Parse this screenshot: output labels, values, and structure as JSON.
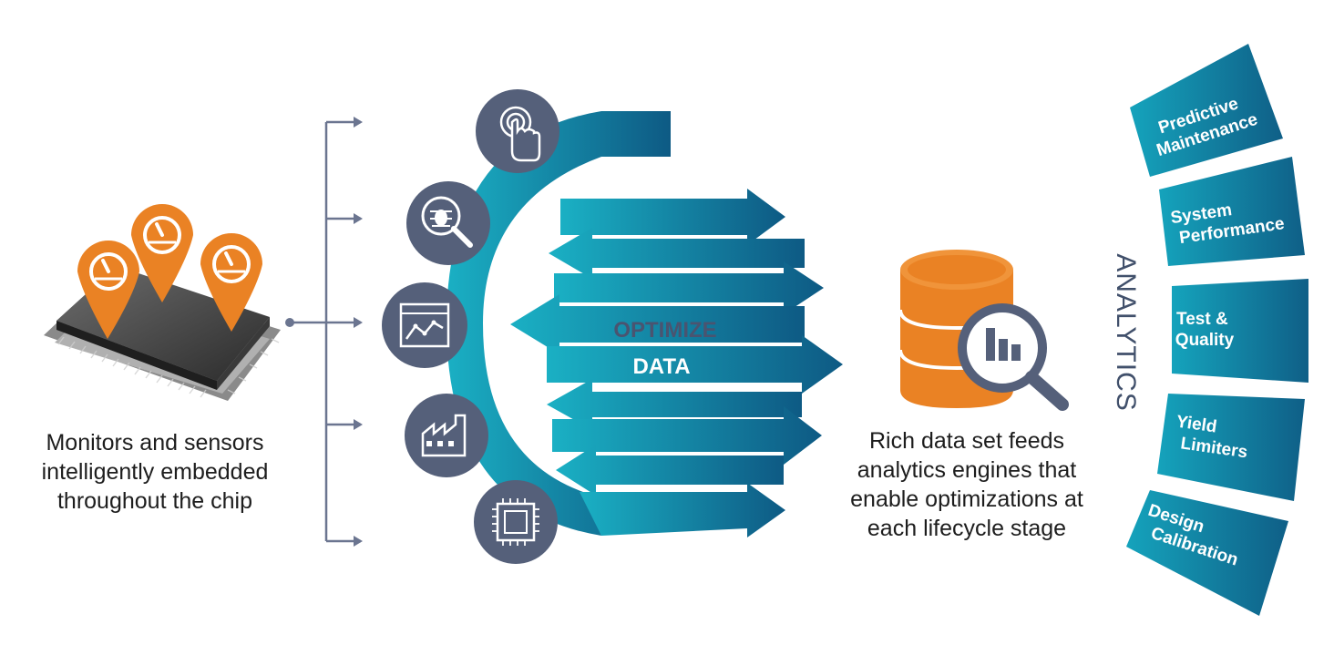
{
  "left_caption": {
    "lines": [
      "Monitors and sensors",
      "intelligently embedded",
      "throughout the chip"
    ]
  },
  "center": {
    "line1": "OPTIMIZE",
    "line2": "DATA"
  },
  "right_caption": {
    "lines": [
      "Rich data set feeds",
      "analytics engines that",
      "enable optimizations at",
      "each lifecycle stage"
    ]
  },
  "analytics": {
    "label": "ANALYTICS",
    "panels": [
      {
        "line1": "Predictive",
        "line2": "Maintenance"
      },
      {
        "line1": "System",
        "line2": "Performance"
      },
      {
        "line1": "Test &",
        "line2": "Quality"
      },
      {
        "line1": "Yield",
        "line2": "Limiters"
      },
      {
        "line1": "Design",
        "line2": "Calibration"
      }
    ]
  },
  "stage_icons": [
    "touch-hand-icon",
    "bug-search-icon",
    "analytics-window-icon",
    "factory-icon",
    "microchip-icon"
  ],
  "colors": {
    "teal_light": "#1aa6bd",
    "teal_dark": "#0e5f86",
    "orange": "#ea8224",
    "slate": "#55607a",
    "arrow_gray": "#6b7590"
  }
}
